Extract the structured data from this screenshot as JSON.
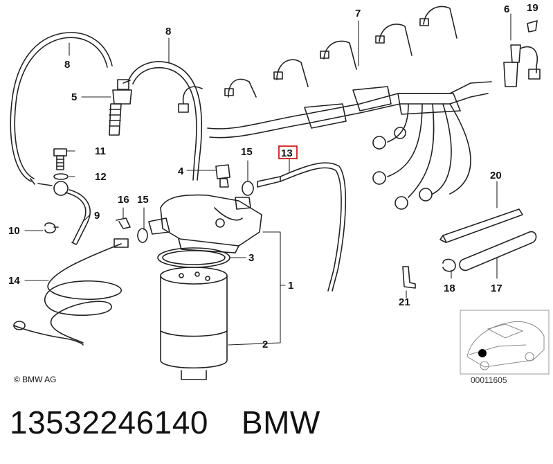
{
  "labels": {
    "l1": "1",
    "l2": "2",
    "l3": "3",
    "l4": "4",
    "l5": "5",
    "l6": "6",
    "l7": "7",
    "l8a": "8",
    "l8b": "8",
    "l9": "9",
    "l10": "10",
    "l11": "11",
    "l12": "12",
    "l13": "13",
    "l14": "14",
    "l15a": "15",
    "l15b": "15",
    "l16": "16",
    "l17": "17",
    "l18": "18",
    "l19": "19",
    "l20": "20",
    "l21": "21"
  },
  "copyright": "© BMW AG",
  "inset_number": "00011605",
  "footer": {
    "part_number": "13532246140",
    "brand": "BMW"
  },
  "colors": {
    "highlight": "#cc0000",
    "line": "#222222"
  }
}
